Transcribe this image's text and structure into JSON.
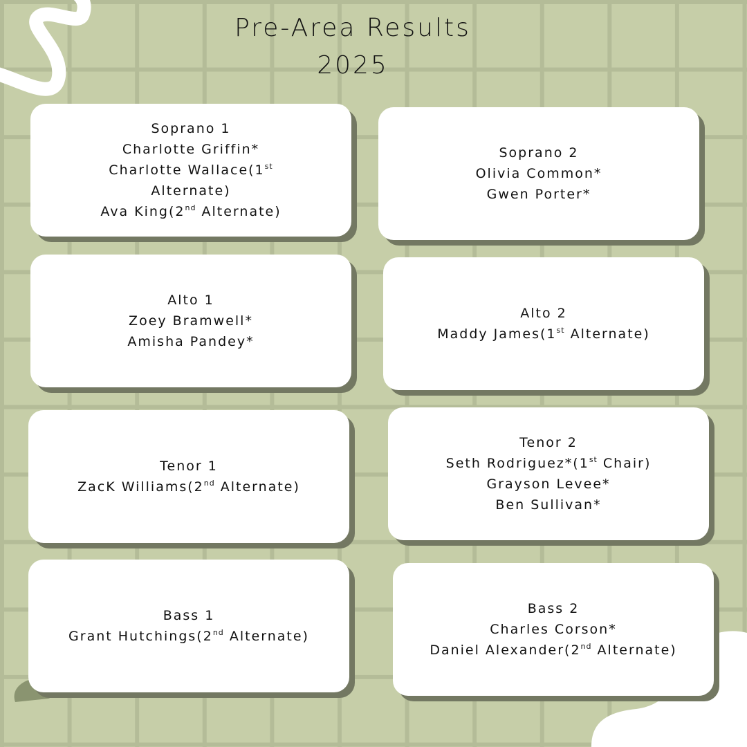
{
  "title": {
    "line1": "Pre-Area Results",
    "line2": "2025"
  },
  "colors": {
    "background": "#c6cea8",
    "grid": "#b4bc98",
    "card": "#ffffff",
    "shadow": "#737862",
    "accent_blob": "#8a9470"
  },
  "cards": [
    {
      "heading": "Soprano 1",
      "lines": [
        {
          "pre": "Charlotte Griffin*"
        },
        {
          "pre": "Charlotte Wallace(1",
          "sup": "st"
        },
        {
          "pre": "Alternate)"
        },
        {
          "pre": "Ava King(2",
          "sup": "nd",
          "post": " Alternate)"
        }
      ]
    },
    {
      "heading": "Soprano 2",
      "lines": [
        {
          "pre": "Olivia Common*"
        },
        {
          "pre": "Gwen Porter*"
        }
      ]
    },
    {
      "heading": "Alto 1",
      "lines": [
        {
          "pre": "Zoey Bramwell*"
        },
        {
          "pre": "Amisha Pandey*"
        }
      ]
    },
    {
      "heading": "Alto 2",
      "lines": [
        {
          "pre": "Maddy James(1",
          "sup": "st",
          "post": " Alternate)"
        }
      ]
    },
    {
      "heading": "Tenor 1",
      "lines": [
        {
          "pre": "ZacK Williams(2",
          "sup": "nd",
          "post": " Alternate)"
        }
      ]
    },
    {
      "heading": "Tenor 2",
      "lines": [
        {
          "pre": "Seth Rodriguez*(1",
          "sup": "st",
          "post": " Chair)"
        },
        {
          "pre": "Grayson Levee*"
        },
        {
          "pre": "Ben Sullivan*"
        }
      ]
    },
    {
      "heading": "Bass 1",
      "lines": [
        {
          "pre": "Grant Hutchings(2",
          "sup": "nd",
          "post": " Alternate)"
        }
      ]
    },
    {
      "heading": "Bass 2",
      "lines": [
        {
          "pre": "Charles Corson*"
        },
        {
          "pre": "Daniel Alexander(2",
          "sup": "nd",
          "post": " Alternate)"
        }
      ]
    }
  ]
}
